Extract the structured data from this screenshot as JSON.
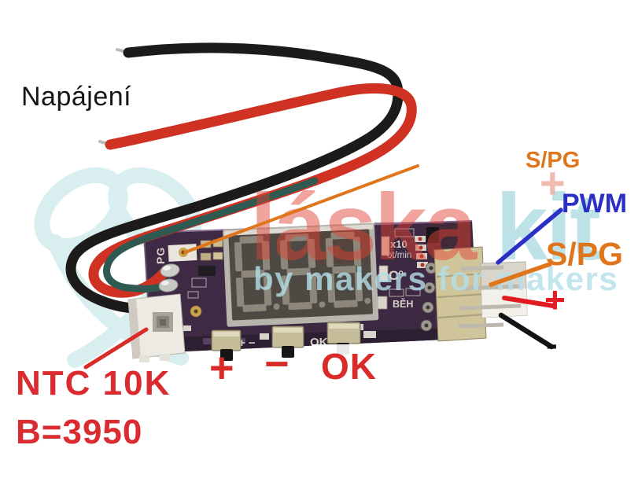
{
  "annotations": {
    "power": "Napájení",
    "ntc_type": "NTC 10K",
    "ntc_beta": "B=3950",
    "button_plus": "+",
    "button_minus": "−",
    "button_ok": "OK",
    "fan_pin_sense_top": "S/PG",
    "fan_pin_pwm": "PWM",
    "fan_pin_sense": "S/PG",
    "fan_pin_plus": "+",
    "fan_pin_minus": "-"
  },
  "board": {
    "silkscreen": {
      "pg": "PG",
      "multiplier": "x10",
      "unit_rpm": "ot/min",
      "unit_temp": "C°",
      "run": "BĚH",
      "buttons_plus_minus": "+ −",
      "buttons_ok": "OK"
    },
    "display_unlit_digits": "888"
  },
  "watermark": {
    "brand_first": "láska",
    "brand_second": "kit",
    "brand_plus": "+",
    "tagline": "by makers for makers"
  },
  "colors": {
    "annotation_orange": "#e0761c",
    "annotation_blue": "#2b2fc4",
    "annotation_red": "#d92b28",
    "pcb_purple": "#3b2942",
    "wire_black": "#1d1b1a",
    "wire_red": "#cf3222",
    "wire_teal": "#2e5a52",
    "watermark_teal": "#cfeaec",
    "watermark_red": "rgba(226,65,50,0.48)"
  }
}
